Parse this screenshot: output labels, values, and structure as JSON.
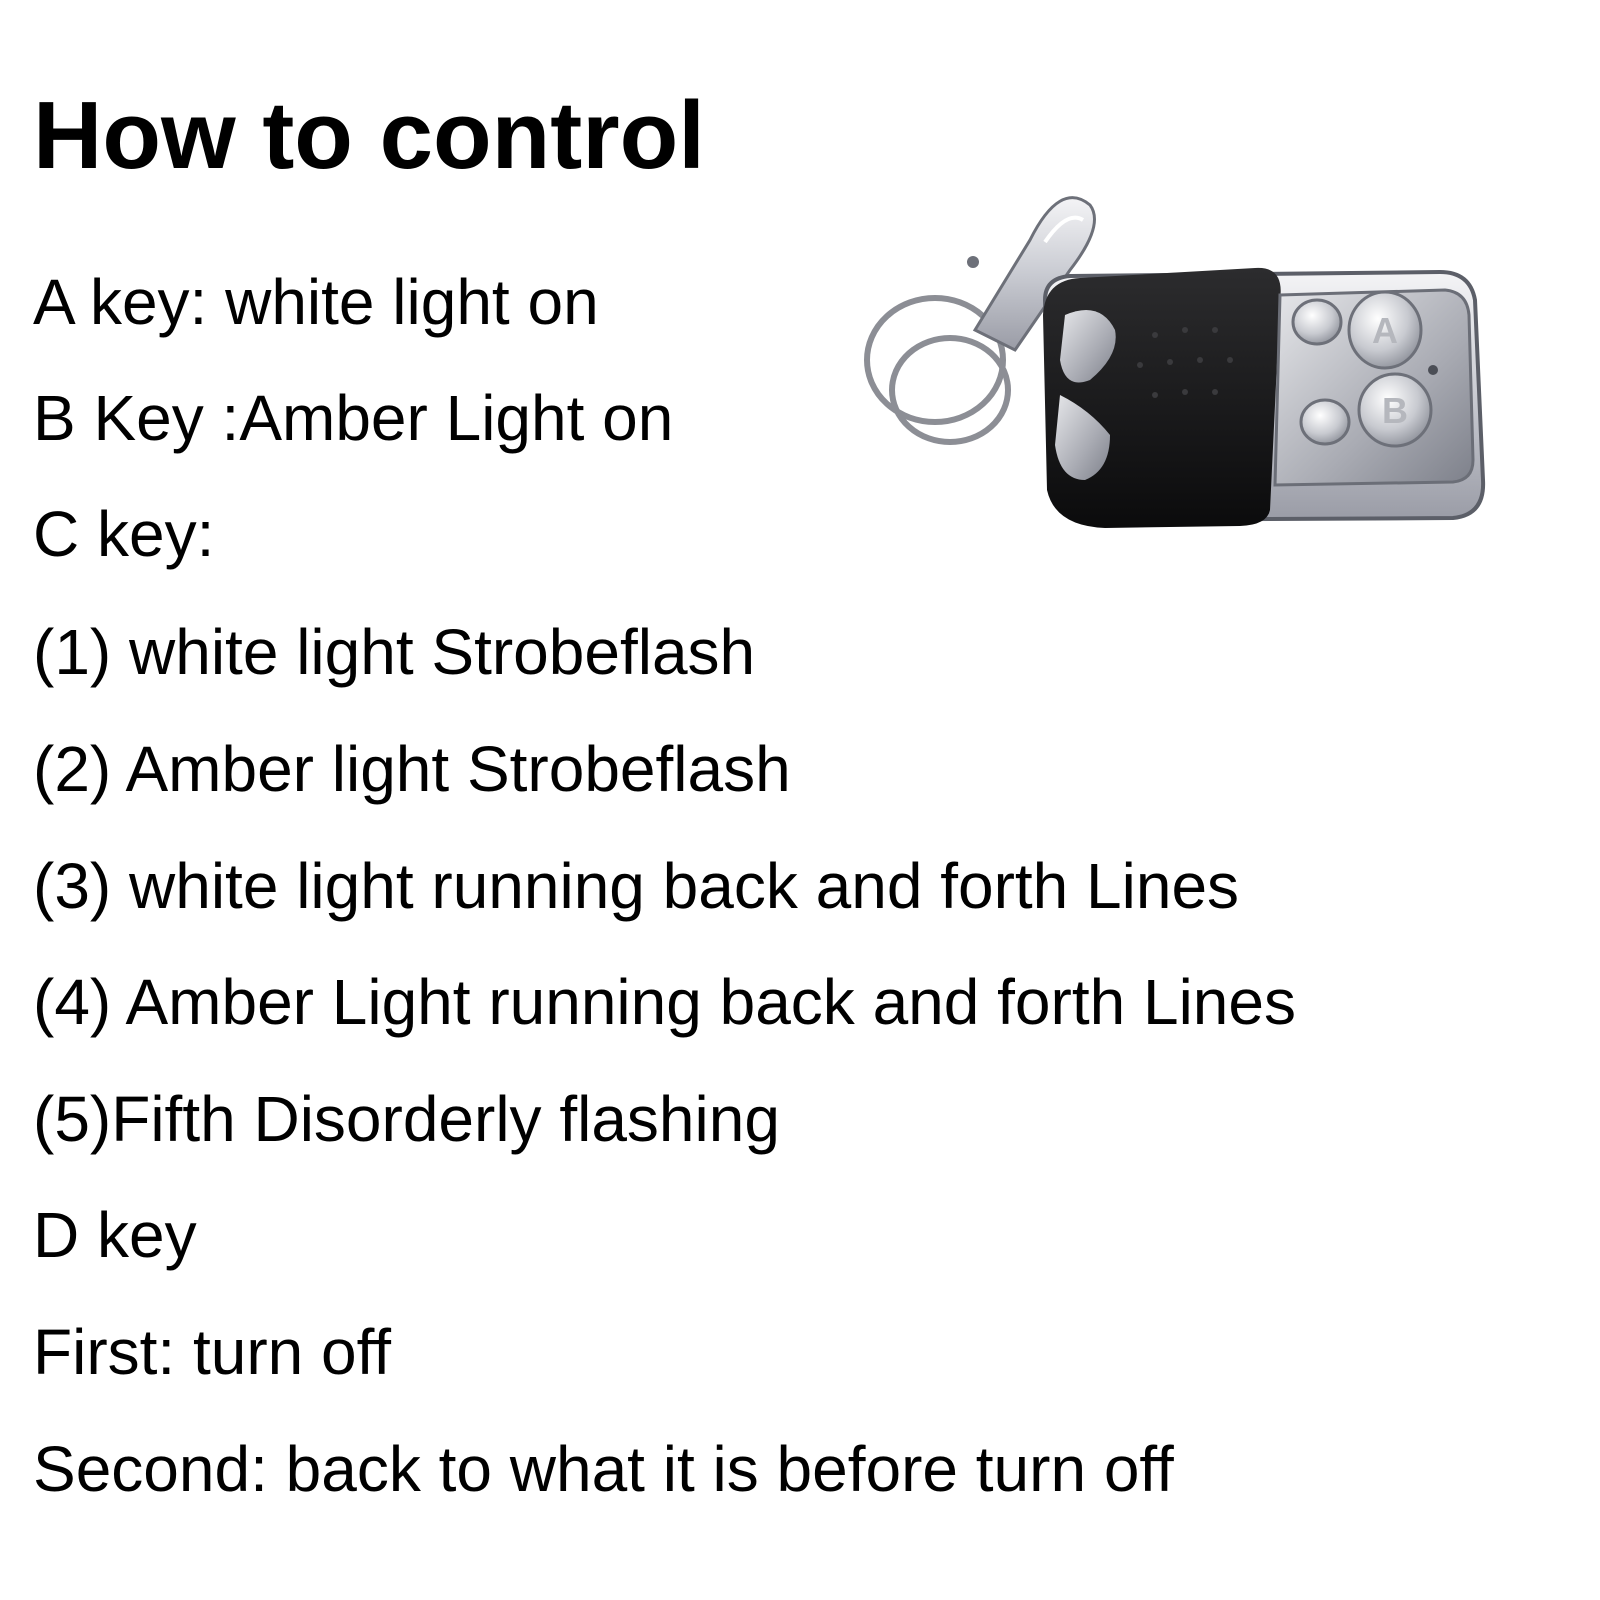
{
  "title": "How to control",
  "lines": [
    "A key: white light on",
    "B Key :Amber Light on",
    "C key:",
    "(1) white light Strobeflash",
    "(2) Amber light Strobeflash",
    "(3) white light running back and forth Lines",
    "(4) Amber Light running back and forth Lines",
    "(5)Fifth Disorderly flashing",
    "D key",
    "First: turn off",
    "Second: back to what it is before turn off"
  ],
  "remote": {
    "button_labels": [
      "A",
      "B"
    ]
  }
}
